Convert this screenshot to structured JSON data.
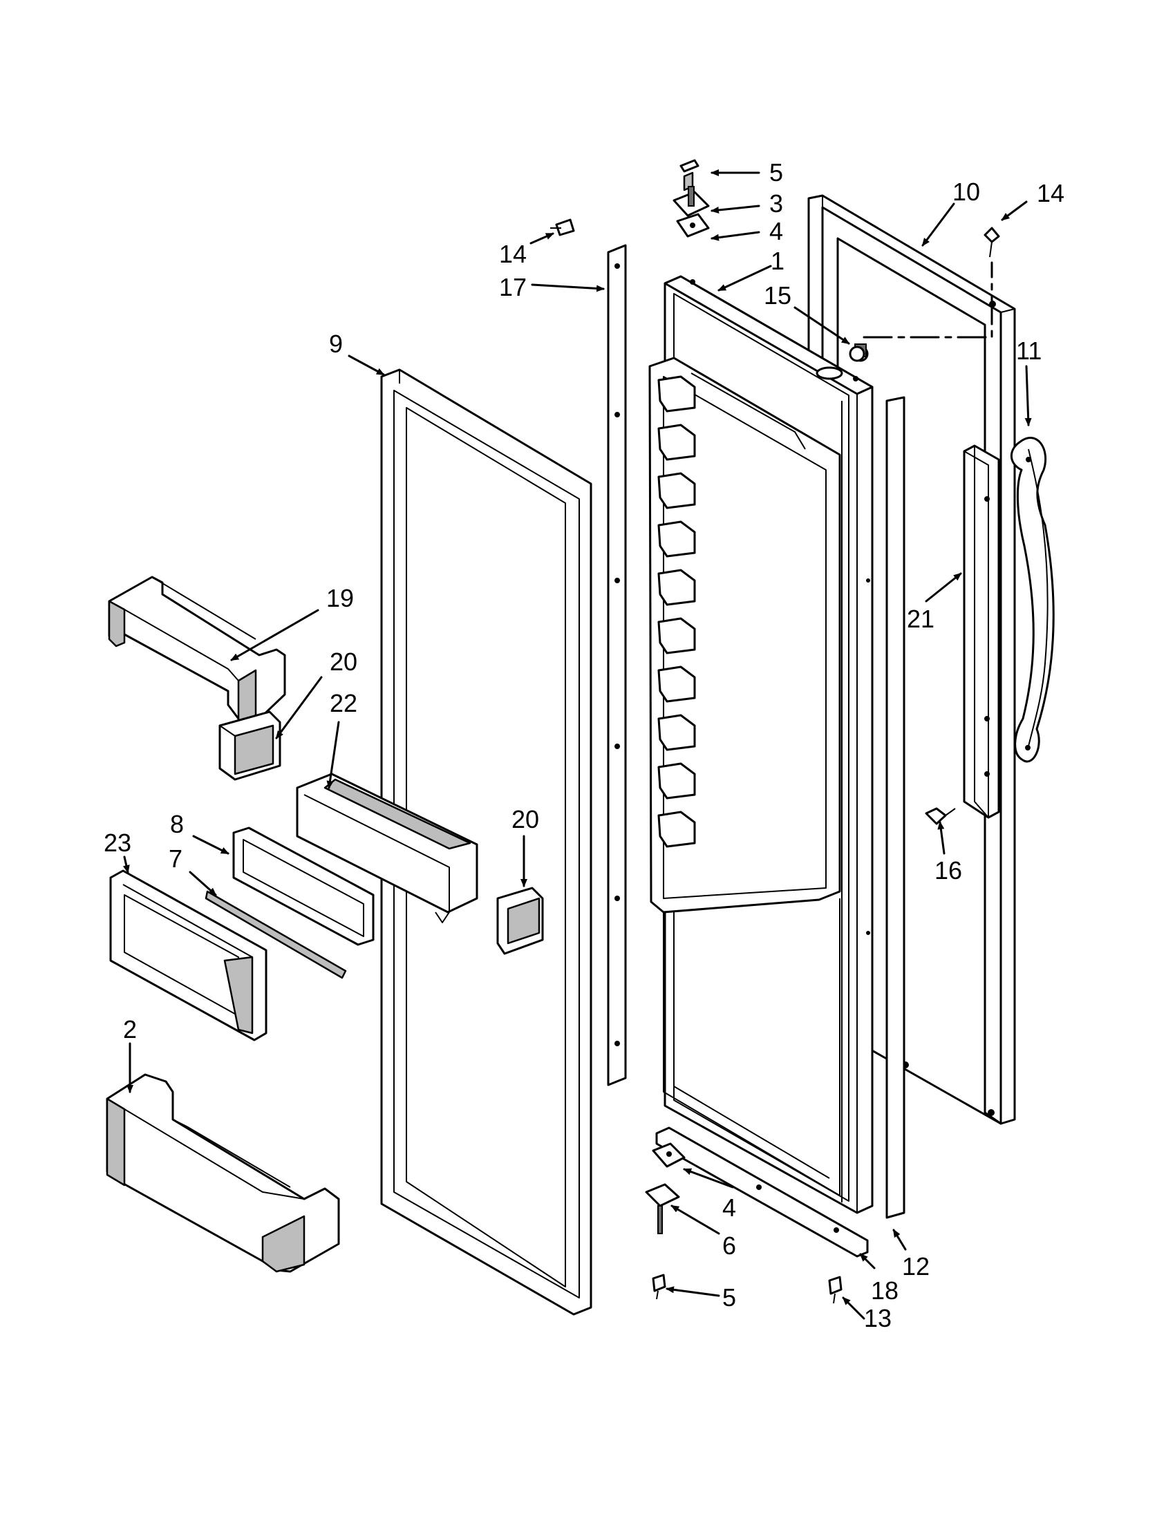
{
  "diagram": {
    "callouts": [
      {
        "id": "c-5-top",
        "label": "5"
      },
      {
        "id": "c-3",
        "label": "3"
      },
      {
        "id": "c-4-top",
        "label": "4"
      },
      {
        "id": "c-1",
        "label": "1"
      },
      {
        "id": "c-10",
        "label": "10"
      },
      {
        "id": "c-14-right",
        "label": "14"
      },
      {
        "id": "c-14-left",
        "label": "14"
      },
      {
        "id": "c-17",
        "label": "17"
      },
      {
        "id": "c-15",
        "label": "15"
      },
      {
        "id": "c-9",
        "label": "9"
      },
      {
        "id": "c-11",
        "label": "11"
      },
      {
        "id": "c-19",
        "label": "19"
      },
      {
        "id": "c-20-left",
        "label": "20"
      },
      {
        "id": "c-22",
        "label": "22"
      },
      {
        "id": "c-21",
        "label": "21"
      },
      {
        "id": "c-20-mid",
        "label": "20"
      },
      {
        "id": "c-8",
        "label": "8"
      },
      {
        "id": "c-23",
        "label": "23"
      },
      {
        "id": "c-7",
        "label": "7"
      },
      {
        "id": "c-16",
        "label": "16"
      },
      {
        "id": "c-2",
        "label": "2"
      },
      {
        "id": "c-4-bottom",
        "label": "4"
      },
      {
        "id": "c-6",
        "label": "6"
      },
      {
        "id": "c-12",
        "label": "12"
      },
      {
        "id": "c-18",
        "label": "18"
      },
      {
        "id": "c-5-bottom",
        "label": "5"
      },
      {
        "id": "c-13",
        "label": "13"
      }
    ]
  }
}
